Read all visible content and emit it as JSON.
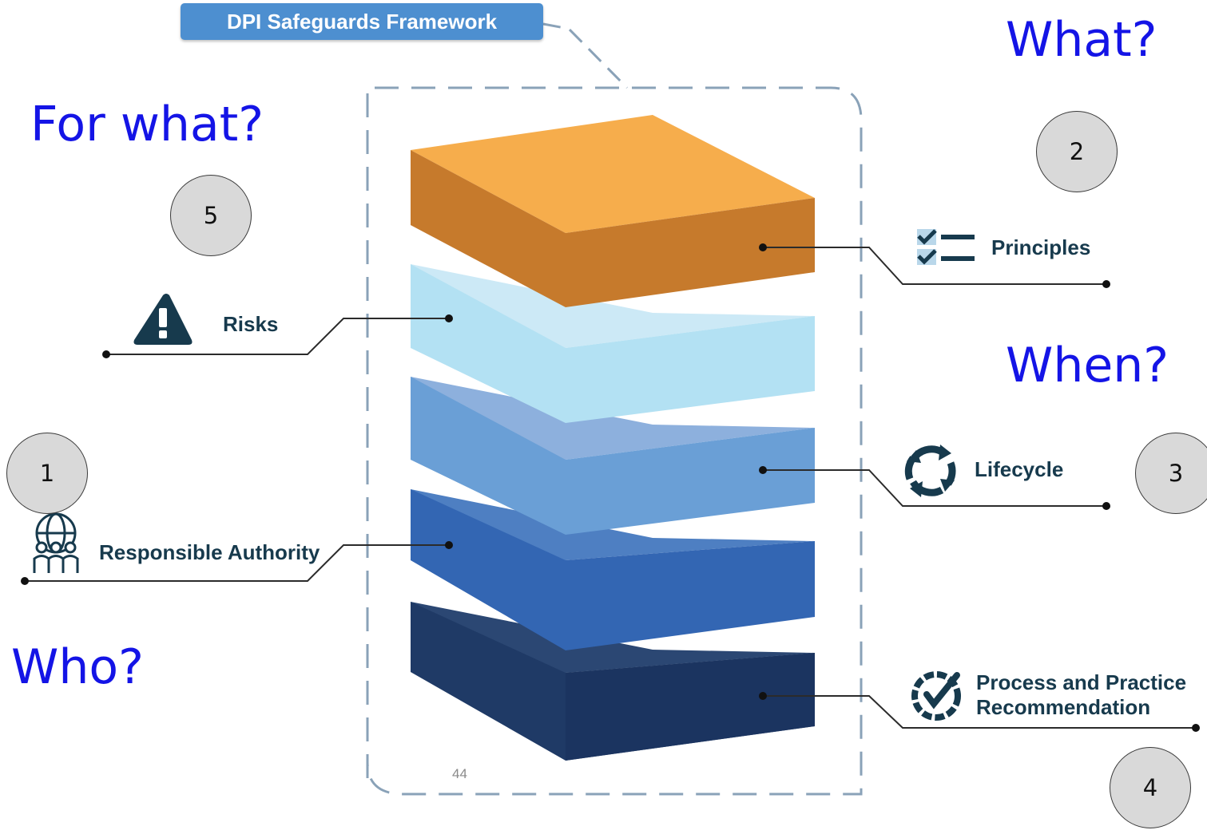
{
  "framework": {
    "title": "DPI Safeguards Framework",
    "page_number": "44"
  },
  "questions": {
    "for_what": "For what?",
    "what": "What?",
    "when": "When?",
    "who": "Who?"
  },
  "numbers": {
    "n1": "1",
    "n2": "2",
    "n3": "3",
    "n4": "4",
    "n5": "5"
  },
  "layers": {
    "principles": "Principles",
    "risks": "Risks",
    "lifecycle": "Lifecycle",
    "responsible_authority": "Responsible Authority",
    "process_line1": "Process and Practice",
    "process_line2": "Recommendation"
  },
  "colors": {
    "orange_top": "#f6ad4c",
    "orange_front": "#c67a2c",
    "light_top": "#cce9f6",
    "light_front": "#b3e1f3",
    "mid_top": "#8db0dd",
    "mid_front": "#6a9fd6",
    "blue_top": "#4e7fc2",
    "blue_front": "#3366b3",
    "navy_top": "#2b4773",
    "navy_front": "#1f3a66",
    "question_text": "#1414e6",
    "label_text": "#173a4d"
  },
  "icons": {
    "principles": "checklist-icon",
    "risks": "warning-icon",
    "lifecycle": "cycle-arrows-icon",
    "responsible_authority": "globe-people-icon",
    "process": "badge-check-icon"
  }
}
